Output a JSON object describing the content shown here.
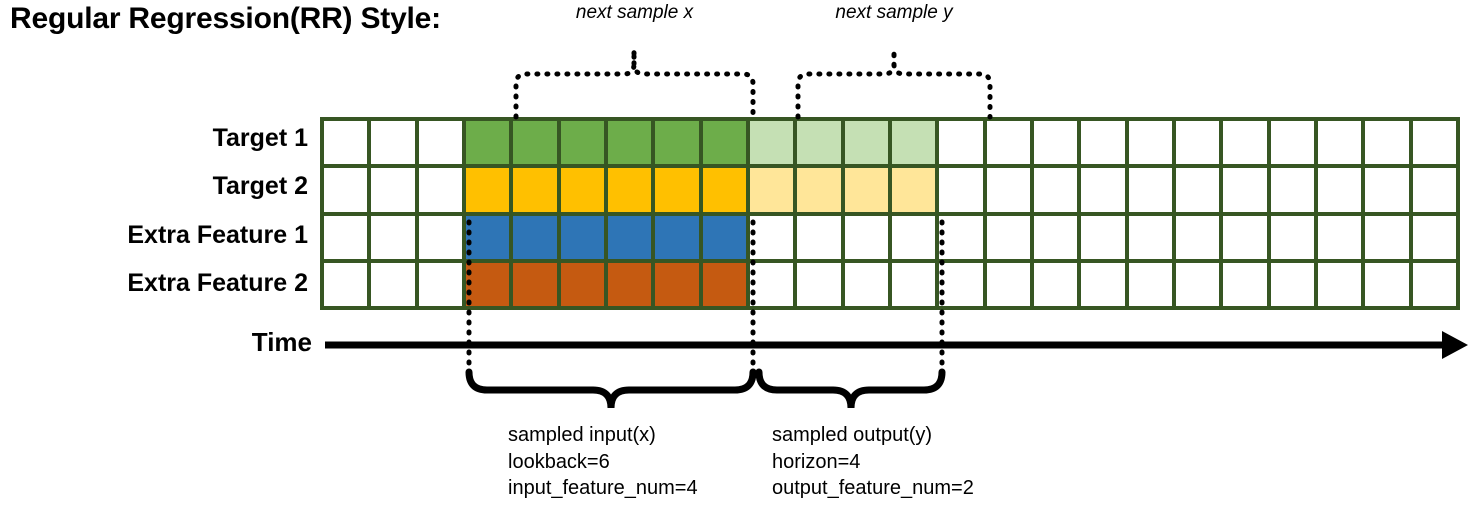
{
  "title": "Regular Regression(RR) Style:",
  "top_captions": {
    "input": "next sample x",
    "output": "next sample y"
  },
  "axis": {
    "time_label": "Time"
  },
  "rows": [
    {
      "label": "Target 1",
      "key": "target-1",
      "fill": "#6DAD4A",
      "light_fill": "#C5E0B4",
      "has_output": true
    },
    {
      "label": "Target 2",
      "key": "target-2",
      "fill": "#FFC000",
      "light_fill": "#FFE699",
      "has_output": true
    },
    {
      "label": "Extra Feature 1",
      "key": "extra-feature-1",
      "fill": "#2E75B6",
      "light_fill": "#FFFFFF",
      "has_output": false
    },
    {
      "label": "Extra Feature 2",
      "key": "extra-feature-2",
      "fill": "#C55A11",
      "light_fill": "#FFFFFF",
      "has_output": false
    }
  ],
  "grid": {
    "total_columns": 24,
    "lead_blank_columns": 3,
    "input_start_column": 3,
    "input_columns": 6,
    "output_start_column": 9,
    "output_columns": 4,
    "trailing_blank_columns": 11,
    "empty_cell_color": "#FFFFFF",
    "grid_line_color": "#375623"
  },
  "annotations": {
    "input": {
      "line1": "sampled input(x)",
      "line2": "lookback=6",
      "line3": "input_feature_num=4"
    },
    "output": {
      "line1": "sampled output(y)",
      "line2": "horizon=4",
      "line3": "output_feature_num=2"
    }
  },
  "colors": {
    "grid_line": "#375623",
    "target1": "#6DAD4A",
    "target1_light": "#C5E0B4",
    "target2": "#FFC000",
    "target2_light": "#FFE699",
    "extra1": "#2E75B6",
    "extra2": "#C55A11",
    "ink": "#000000"
  }
}
